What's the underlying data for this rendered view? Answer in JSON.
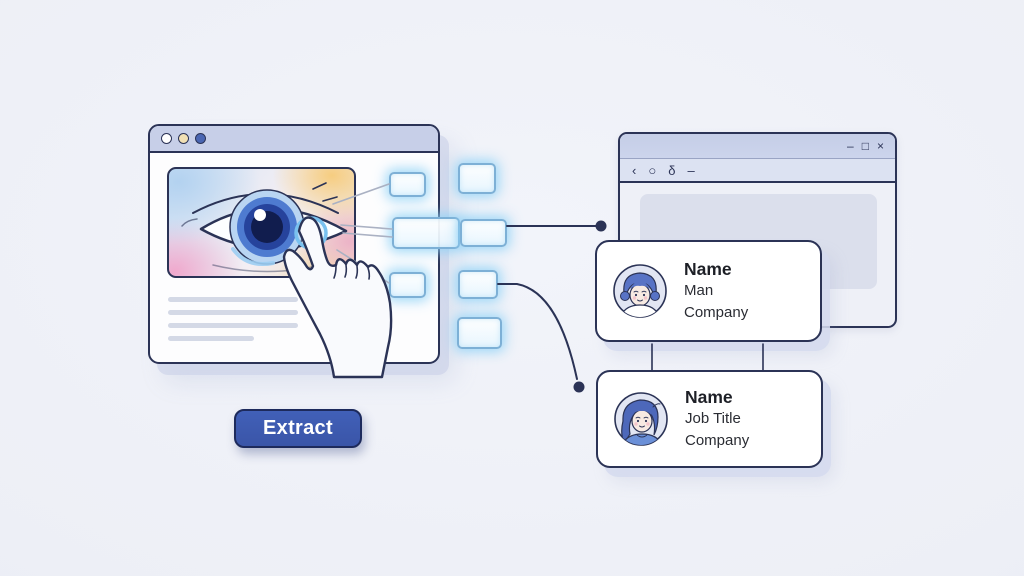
{
  "illustration": {
    "left_window": {
      "traffic_dots": [
        "white",
        "yellow",
        "blue"
      ],
      "placeholder_lines": 4,
      "image": "eye-artwork-being-clicked"
    },
    "extract_button": {
      "label": "Extract"
    },
    "right_window": {
      "controls": {
        "minimize": "–",
        "maximize": "□",
        "close": "×"
      },
      "toolbar": {
        "back": "‹",
        "circle": "○",
        "reload": "δ",
        "dash": "–"
      }
    },
    "cards": [
      {
        "name": "Name",
        "line2": "Man",
        "line3": "Company"
      },
      {
        "name": "Name",
        "line2": "Job Title",
        "line3": "Company"
      }
    ],
    "colors": {
      "accent_blue": "#3c59ae",
      "outline_navy": "#2b3356",
      "glow_cyan": "#8dd1f7",
      "titlebar_lavender": "#c9d1e8",
      "background": "#edeff6"
    }
  }
}
